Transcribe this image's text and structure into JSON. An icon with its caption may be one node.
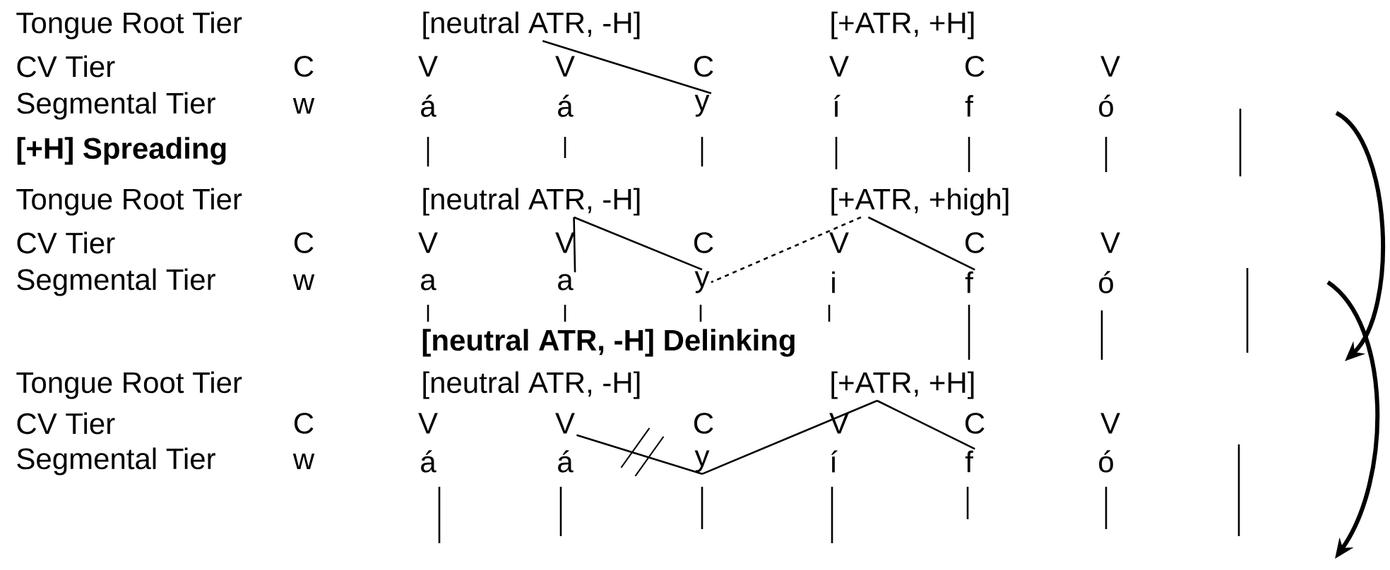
{
  "diagram": {
    "nodes": [
      {
        "text": [
          "[neutral ATR, -H]"
        ]
      },
      {
        "text": [
          "y"
        ]
      },
      {
        "text": [
          "[neutral ATR, -H]"
        ]
      },
      {
        "text": [
          "[+ATR, +high]"
        ]
      },
      {
        "text": [
          "a"
        ]
      },
      {
        "text": [
          "y"
        ]
      },
      {
        "text": [
          "f"
        ]
      },
      {
        "text": [
          "[neutral ATR, -H]"
        ]
      },
      {
        "text": [
          "[+ATR, +H]"
        ]
      },
      {
        "text": [
          "V"
        ]
      },
      {
        "text": [
          "y"
        ]
      },
      {
        "text": [
          "f"
        ]
      }
    ],
    "edges": [
      {
        "from": 0,
        "to": 1,
        "arrow": "none"
      },
      {
        "from": 2,
        "to": 4,
        "arrow": "none"
      },
      {
        "from": 2,
        "to": 5,
        "arrow": "none"
      },
      {
        "from": 3,
        "to": 5,
        "arrow": "none",
        "style": "dashed"
      },
      {
        "from": 3,
        "to": 6,
        "arrow": "none"
      },
      {
        "from": 9,
        "to": 10,
        "arrow": "none"
      },
      {
        "from": 8,
        "to": 10,
        "arrow": "none"
      },
      {
        "from": 8,
        "to": 11,
        "arrow": "none"
      }
    ],
    "labels": [
      "Tongue Root Tier",
      "[+ATR, +H]",
      "CV Tier",
      "C",
      "V",
      "V",
      "C",
      "V",
      "C",
      "V",
      "Segmental Tier",
      "w",
      "á",
      "á",
      "í",
      "f",
      "ó",
      "[+H] Spreading",
      "Tongue Root Tier",
      "CV Tier",
      "C",
      "V",
      "V",
      "C",
      "V",
      "C",
      "V",
      "Segmental Tier",
      "w",
      "a",
      "i",
      "ó",
      "[neutral ATR, -H] Delinking",
      "Tongue Root Tier",
      "CV Tier",
      "C",
      "V",
      "C",
      "V",
      "C",
      "V",
      "Segmental Tier",
      "w",
      "á",
      "á",
      "í",
      "ó"
    ]
  }
}
